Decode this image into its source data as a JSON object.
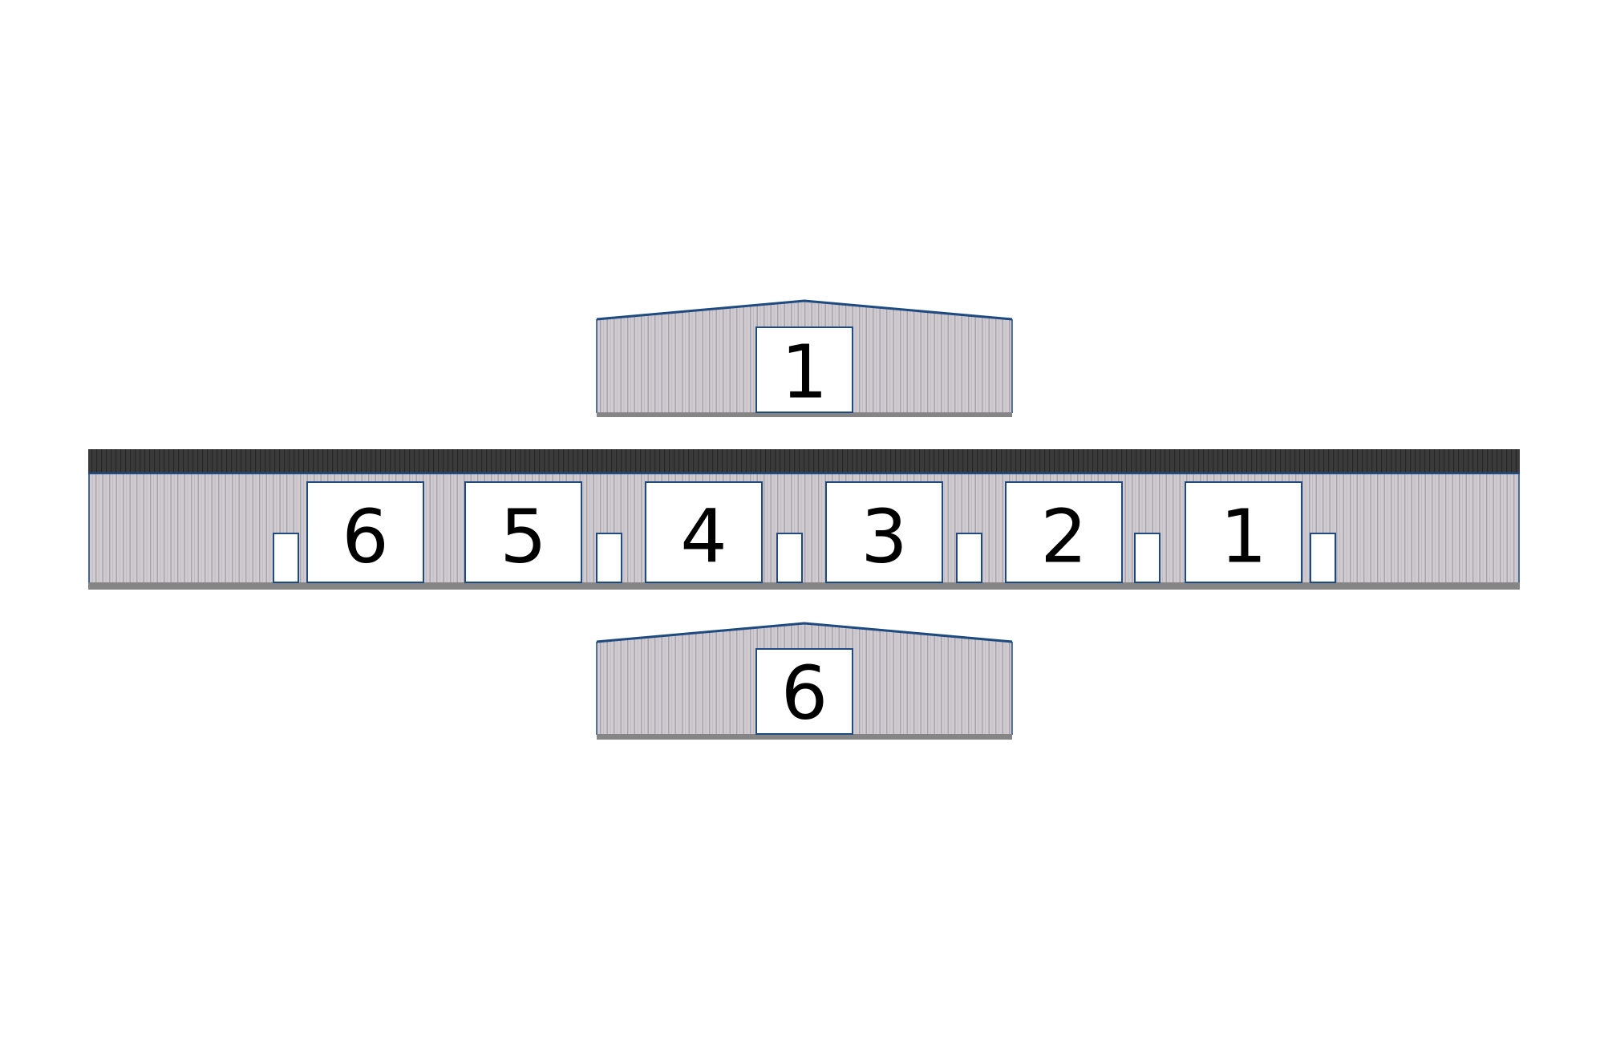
{
  "colors": {
    "siding": "#cfcbd0",
    "rib": "#a7a2ab",
    "trim": "#1e4a80",
    "base": "#858585",
    "roof": "#3a3a3a",
    "door": "#ffffff",
    "label": "#000000"
  },
  "top_gable": {
    "door_label": "1"
  },
  "long_side": {
    "door_labels": [
      "6",
      "5",
      "4",
      "3",
      "2",
      "1"
    ],
    "walk_door_count": 6
  },
  "bottom_gable": {
    "door_label": "6"
  }
}
